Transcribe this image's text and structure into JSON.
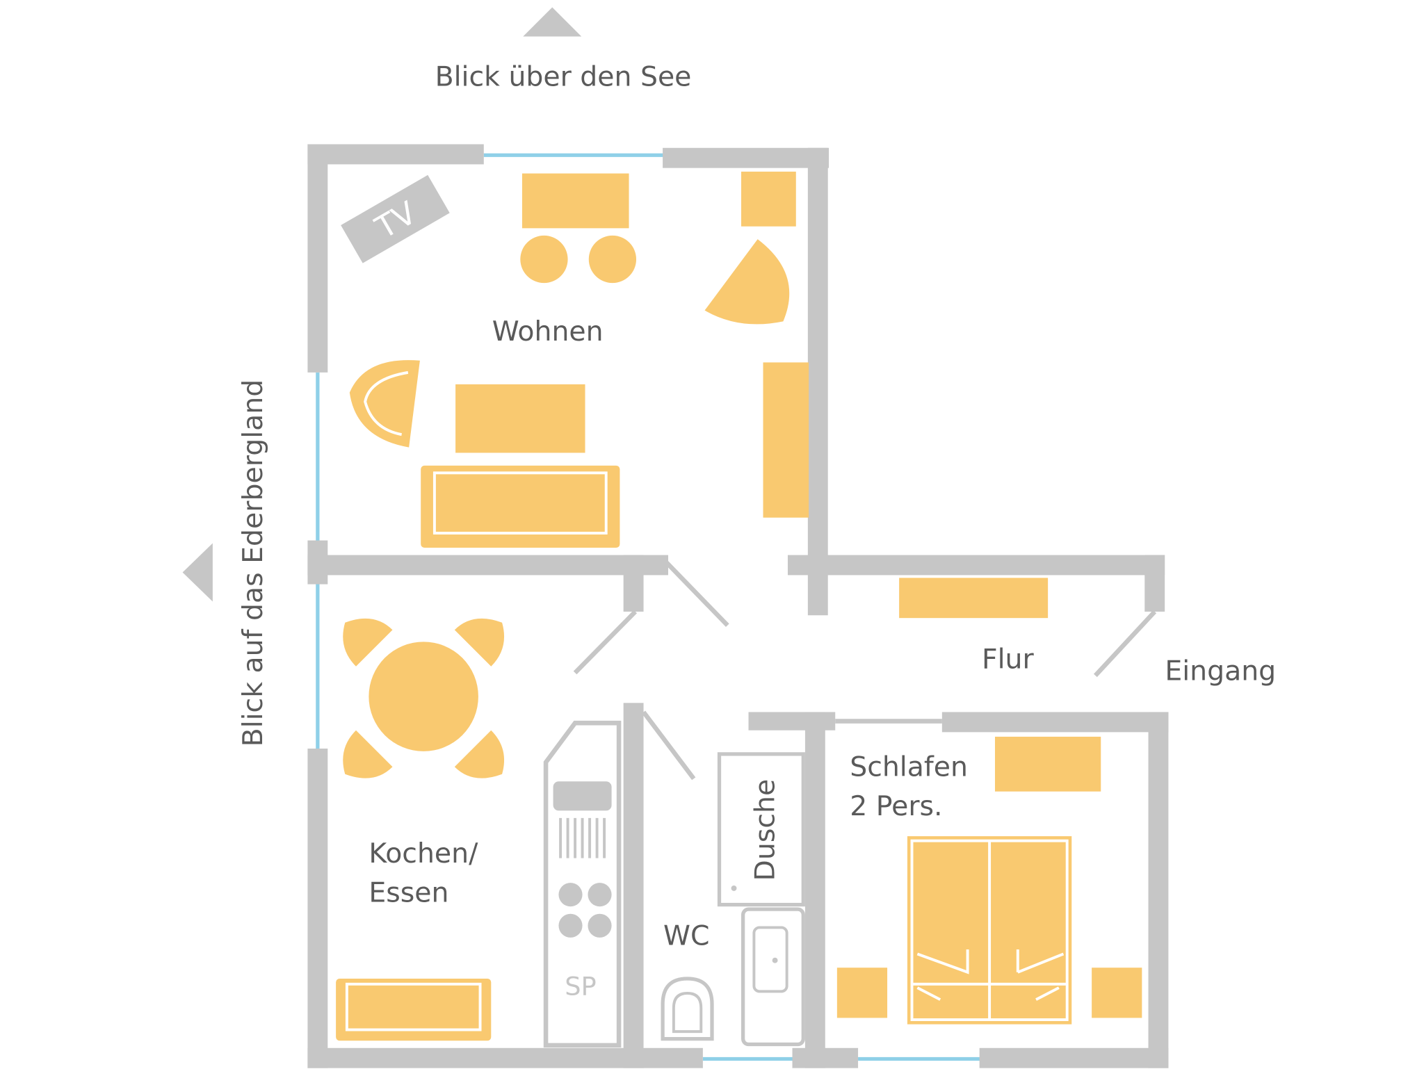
{
  "labels": {
    "view_top": "Blick über den See",
    "view_left": "Blick auf das Ederbergland",
    "tv": "TV",
    "wohnen": "Wohnen",
    "kochen_line1": "Kochen/",
    "kochen_line2": "Essen",
    "flur": "Flur",
    "eingang": "Eingang",
    "schlafen_line1": "Schlafen",
    "schlafen_line2": "2 Pers.",
    "dusche": "Dusche",
    "wc": "WC",
    "sp": "SP"
  },
  "colors": {
    "wall": "#c6c6c6",
    "furniture": "#f9c970",
    "window": "#8fd0e8",
    "text": "#5a5a5a"
  }
}
